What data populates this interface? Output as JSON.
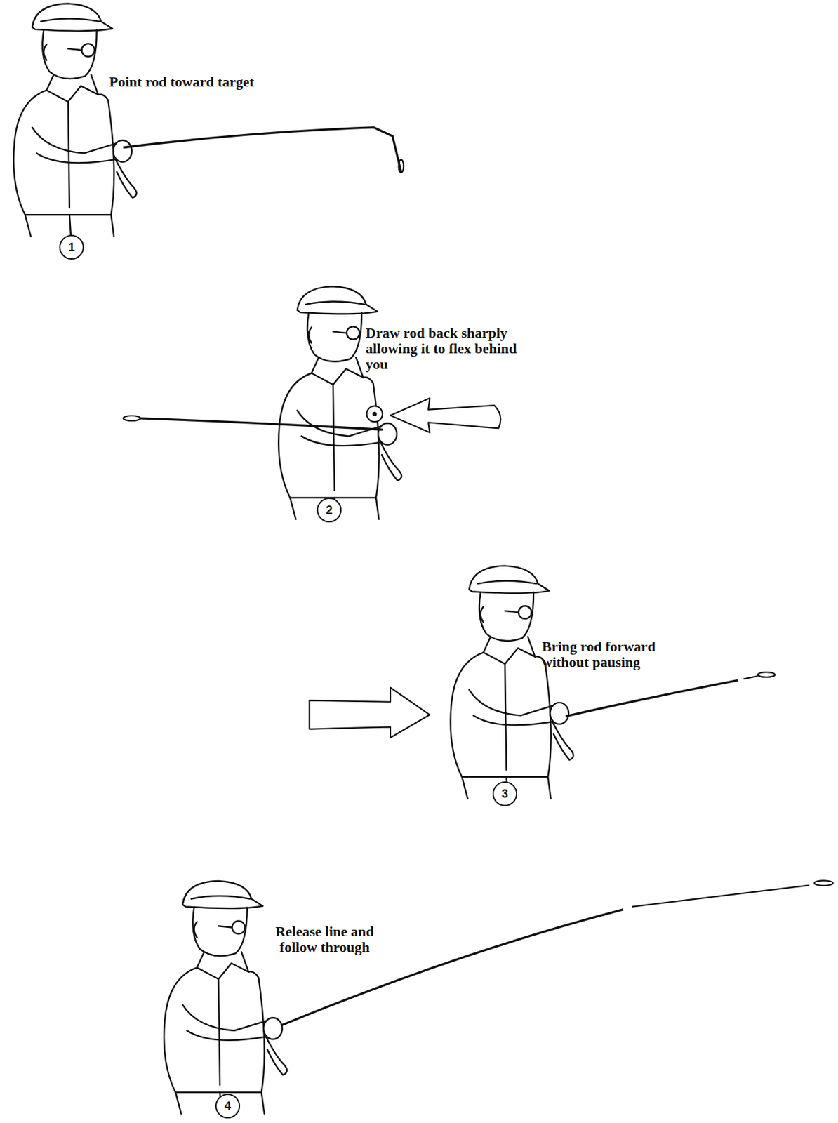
{
  "diagram": {
    "nodes": [
      {
        "text": [
          "1"
        ]
      },
      {
        "text": [
          "2"
        ]
      },
      {
        "text": [
          "3"
        ]
      },
      {
        "text": [
          "4"
        ]
      }
    ],
    "labels": [
      "Point rod toward target",
      "Draw rod back sharply allowing it to flex behind you",
      "Bring rod forward without pausing",
      "Release line and follow through"
    ]
  }
}
